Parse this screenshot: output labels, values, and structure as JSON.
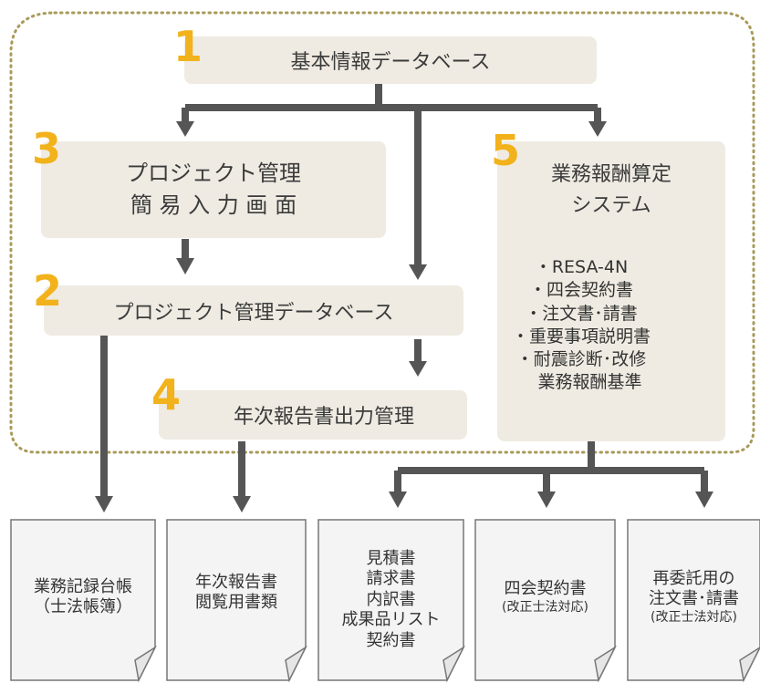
{
  "steps": {
    "db": {
      "number": "1",
      "label": "基本情報データベース"
    },
    "pm_input": {
      "number": "3",
      "line1": "プロジェクト管理",
      "line2": "簡 易 入 力 画 面"
    },
    "pm_db": {
      "number": "2",
      "label": "プロジェクト管理データベース"
    },
    "annual": {
      "number": "4",
      "label": "年次報告書出力管理"
    },
    "fee": {
      "number": "5",
      "line1": "業務報酬算定",
      "line2": "システム",
      "items": [
        "・RESA-4N",
        "・四会契約書",
        "・注文書･請書",
        "・重要事項説明書",
        "・耐震診断･改修",
        "　業務報酬基準"
      ]
    }
  },
  "documents": [
    {
      "lines": [
        "業務記録台帳",
        "（士法帳簿）"
      ],
      "small": []
    },
    {
      "lines": [
        "年次報告書",
        "閲覧用書類"
      ],
      "small": []
    },
    {
      "lines": [
        "見積書",
        "請求書",
        "内訳書",
        "成果品リスト",
        "契約書"
      ],
      "small": []
    },
    {
      "lines": [
        "四会契約書"
      ],
      "small": [
        "(改正士法対応)"
      ]
    },
    {
      "lines": [
        "再委託用の",
        "注文書･請書"
      ],
      "small": [
        "(改正士法対応)"
      ]
    }
  ],
  "colors": {
    "box": "#efebe2",
    "number": "#f2b21b",
    "arrow": "#555555",
    "dotted": "#a89a5a",
    "doc_border": "#777777"
  }
}
